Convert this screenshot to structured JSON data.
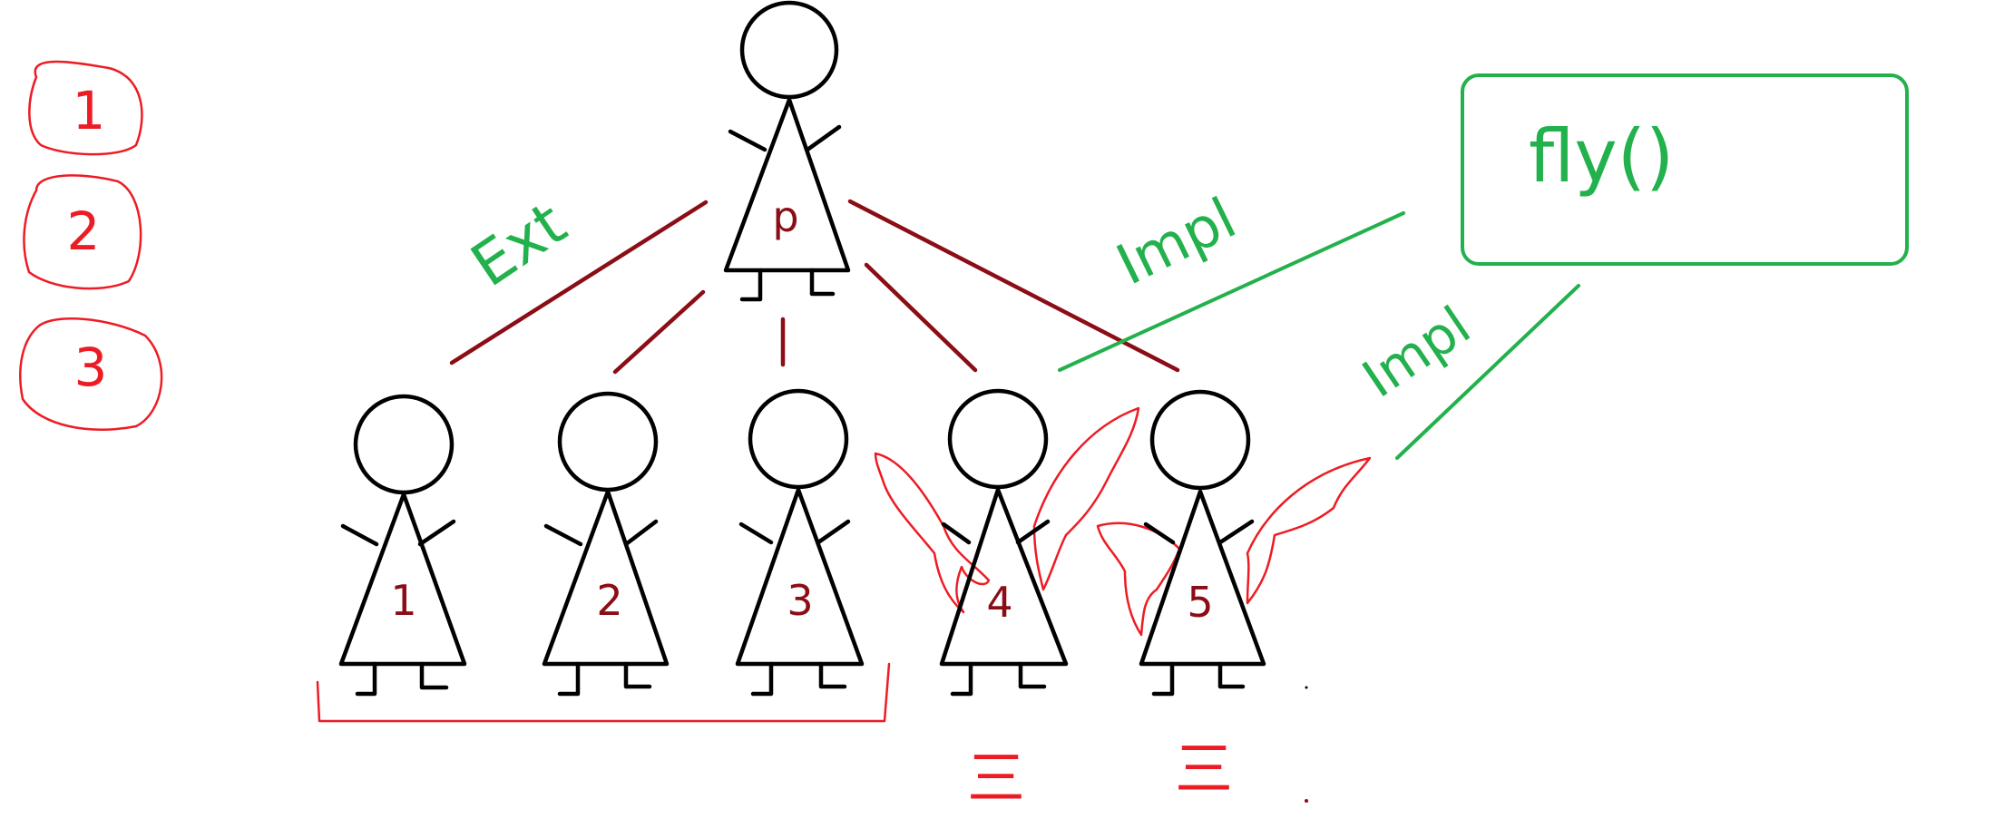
{
  "numbered_list": [
    "1",
    "2",
    "3"
  ],
  "parent": {
    "label": "p"
  },
  "children": [
    {
      "label": "1",
      "has_wings": false
    },
    {
      "label": "2",
      "has_wings": false
    },
    {
      "label": "3",
      "has_wings": false
    },
    {
      "label": "4",
      "has_wings": true
    },
    {
      "label": "5",
      "has_wings": true
    }
  ],
  "annotations": {
    "extends": "Ext",
    "implements_upper": "Impl",
    "implements_lower": "Impl"
  },
  "interface_box": {
    "method": "fly()"
  },
  "under_marks": [
    "三",
    "三"
  ],
  "colors": {
    "figure": "#000000",
    "hierarchy_line": "#8b0d16",
    "interface": "#22b14c",
    "highlight": "#ed1c24"
  }
}
